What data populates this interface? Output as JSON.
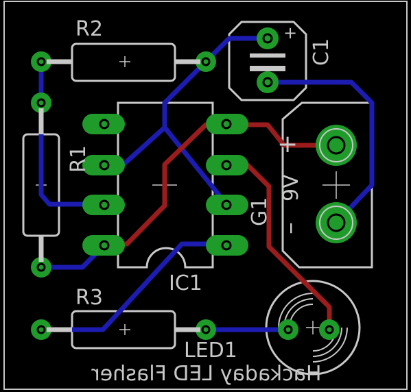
{
  "colors": {
    "background": "#000000",
    "outline": "#c8c8c8",
    "bottom_trace": "#1c1cb0",
    "top_trace": "#9b1c1c",
    "pad": "#1f9b2a",
    "text": "#c8c8c8"
  },
  "labels": {
    "r2": "R2",
    "r1": "R1",
    "r3": "R3",
    "c1": "C1",
    "c1_plus": "+",
    "ic1": "IC1",
    "g1": "G1",
    "g1_voltage": "9V",
    "g1_plus": "+",
    "g1_minus": "–",
    "led1": "LED1",
    "board_title": "Hackaday LED Flasher"
  }
}
